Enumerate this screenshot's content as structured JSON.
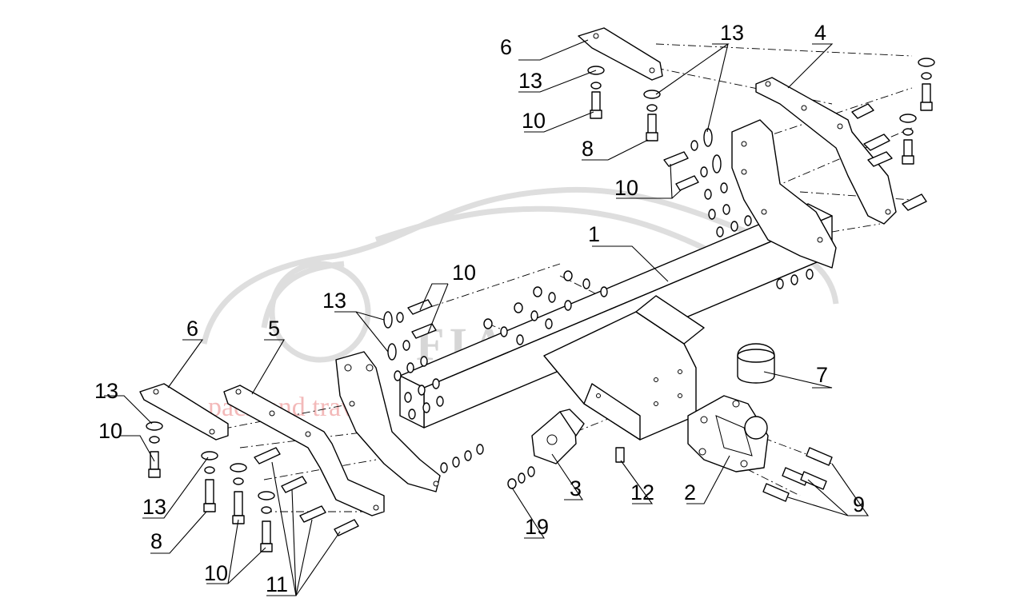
{
  "watermark": {
    "brand": "FIAXA",
    "tagline": "pack and travel"
  },
  "callouts": {
    "c1": "1",
    "c2": "2",
    "c3": "3",
    "c4": "4",
    "c5": "5",
    "c6_top": "6",
    "c6_left": "6",
    "c7": "7",
    "c8_top": "8",
    "c8_left": "8",
    "c9": "9",
    "c10_top_left": "10",
    "c10_top_mid": "10",
    "c10_center": "10",
    "c10_left": "10",
    "c10_bottom": "10",
    "c11": "11",
    "c12": "12",
    "c13_top_left": "13",
    "c13_top_right": "13",
    "c13_center": "13",
    "c13_left_top": "13",
    "c13_left_bottom": "13",
    "c19": "19"
  },
  "colors": {
    "line": "#000000",
    "watermark_gray": "#d6d6d6",
    "watermark_red": "#f3b9b9"
  }
}
